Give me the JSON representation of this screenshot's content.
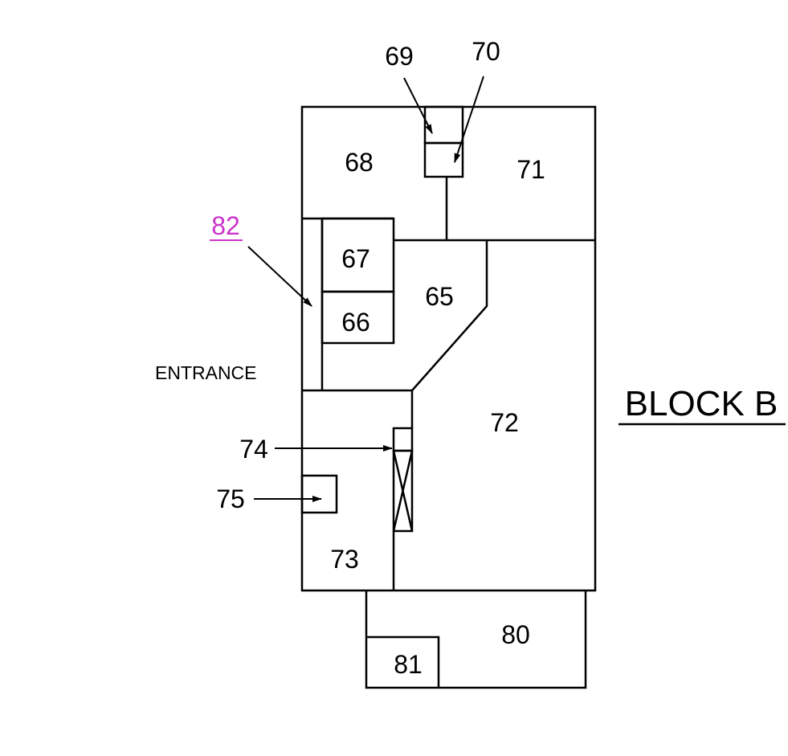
{
  "diagram": {
    "title": "BLOCK B",
    "entrance_label": "ENTRANCE",
    "rooms": {
      "r65": "65",
      "r66": "66",
      "r67": "67",
      "r68": "68",
      "r71": "71",
      "r72": "72",
      "r73": "73",
      "r80": "80",
      "r81": "81"
    },
    "callouts": {
      "c69": "69",
      "c70": "70",
      "c74": "74",
      "c75": "75",
      "c82": "82"
    },
    "colors": {
      "line": "#000000",
      "highlight_callout": "#cc33cc"
    }
  }
}
